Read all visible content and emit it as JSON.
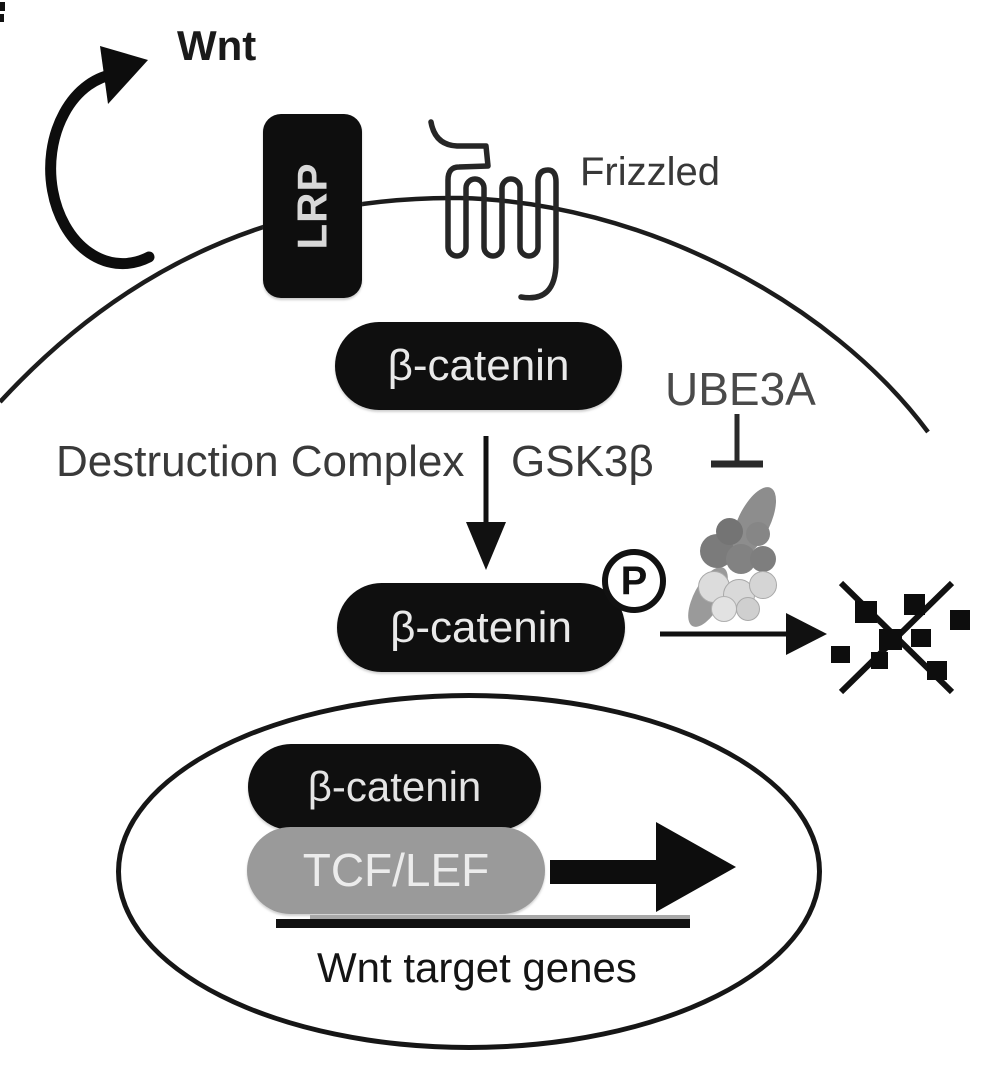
{
  "labels": {
    "wnt_ligand": "Wnt",
    "lrp_receptor": "LRP",
    "frizzled_receptor": "Frizzled",
    "beta_catenin": "β-catenin",
    "destruction_complex": "Destruction Complex",
    "gsk3b": "GSK3β",
    "ube3a": "UBE3A",
    "phospho_badge": "P",
    "tcf_lef": "TCF/LEF",
    "wnt_target_genes": "Wnt target genes"
  },
  "colors": {
    "background": "#ffffff",
    "ink": "#161616",
    "pill_black": "#0f0f0f",
    "pill_text": "#e9e9e9",
    "tcf_pill_gray": "#9a9a9a",
    "label_gray": "#3a3a3a",
    "proteasome_gray": "#8d8d8d",
    "proteasome_light": "#d9d9d9"
  }
}
